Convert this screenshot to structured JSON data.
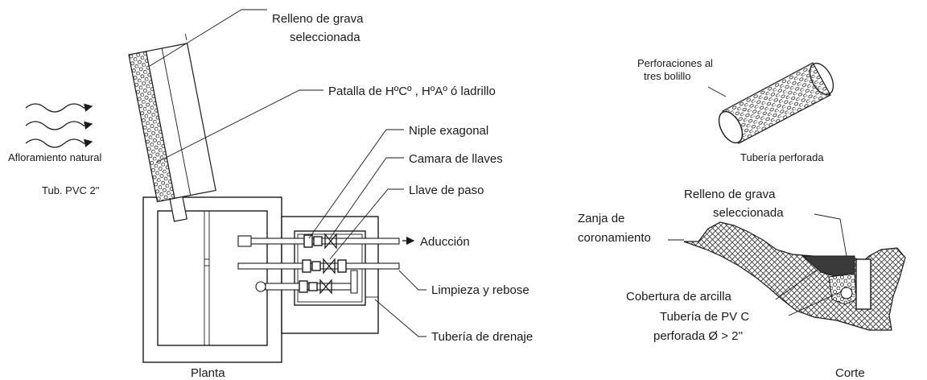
{
  "plan": {
    "caption": "Planta",
    "labels": {
      "gravel_l1": "Relleno de grava",
      "gravel_l2": "seleccionada",
      "screen": "Patalla de HºCº , HºAº ó ladrillo",
      "nipple": "Niple exagonal",
      "valve_chamber": "Camara de llaves",
      "valve": "Llave de paso",
      "outflow": "Aducción",
      "clean_overflow": "Limpieza y rebose",
      "drain": "Tubería de drenaje",
      "spring": "Afloramiento natural",
      "pvc": "Tub. PVC 2\""
    }
  },
  "section": {
    "caption": "Corte",
    "labels": {
      "perforations_l1": "Perforaciones al",
      "perforations_l2": "tres bolillo",
      "perforated_pipe": "Tubería perforada",
      "gravel_l1": "Relleno de grava",
      "gravel_l2": "seleccionada",
      "trench_l1": "Zanja de",
      "trench_l2": "coronamiento",
      "clay": "Cobertura de arcilla",
      "pvc_l1": "Tubería de PV C",
      "pvc_l2": "perforada Ø > 2''"
    }
  }
}
